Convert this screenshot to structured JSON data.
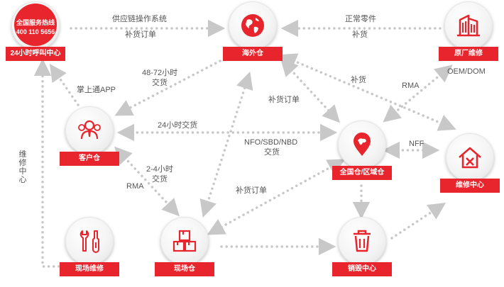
{
  "nodes": {
    "call_center": {
      "label": "24小时呼叫中心",
      "hotline_title": "全国服务热线",
      "hotline_number": "400 110 5656"
    },
    "overseas_warehouse": {
      "label": "海外仓"
    },
    "oem_repair": {
      "label": "原厂维修"
    },
    "customer_warehouse": {
      "label": "客户仓"
    },
    "national_regional_warehouse": {
      "label": "全国仓/区域仓"
    },
    "repair_center": {
      "label": "维修中心"
    },
    "field_repair": {
      "label": "现场维修"
    },
    "field_warehouse": {
      "label": "现场仓"
    },
    "destruction_center": {
      "label": "销毁中心"
    }
  },
  "edge_labels": {
    "supply_chain_system": "供应链操作系统",
    "replenish_order_top": "补货订单",
    "normal_parts": "正常零件",
    "replenish_top_right": "补货",
    "app": "掌上通APP",
    "delivery_48_72_line1": "48-72小时",
    "delivery_48_72_line2": "交货",
    "replenish_mid": "补货",
    "oem_dom": "OEM/DOM",
    "rma_right": "RMA",
    "replenish_order_mid": "补货订单",
    "delivery_24h": "24小时交货",
    "nfo_line1": "NFO/SBD/NBD",
    "nfo_line2": "交货",
    "nff": "NFF",
    "repair_center_vertical": "维修中心",
    "delivery_2_4_line1": "2-4小时",
    "delivery_2_4_line2": "交货",
    "rma_left": "RMA",
    "replenish_order_bottom": "补货订单"
  },
  "colors": {
    "accent": "#e8242c",
    "link": "#c8c8c8",
    "text": "#555555"
  },
  "icons": {
    "overseas": "globe-icon",
    "oem": "factory-building-icon",
    "customer": "people-icon",
    "national": "map-pin-icon",
    "repair_center": "house-tools-icon",
    "field_repair": "wrench-screwdriver-icon",
    "field_warehouse": "boxes-icon",
    "destruction": "trash-bin-icon"
  }
}
